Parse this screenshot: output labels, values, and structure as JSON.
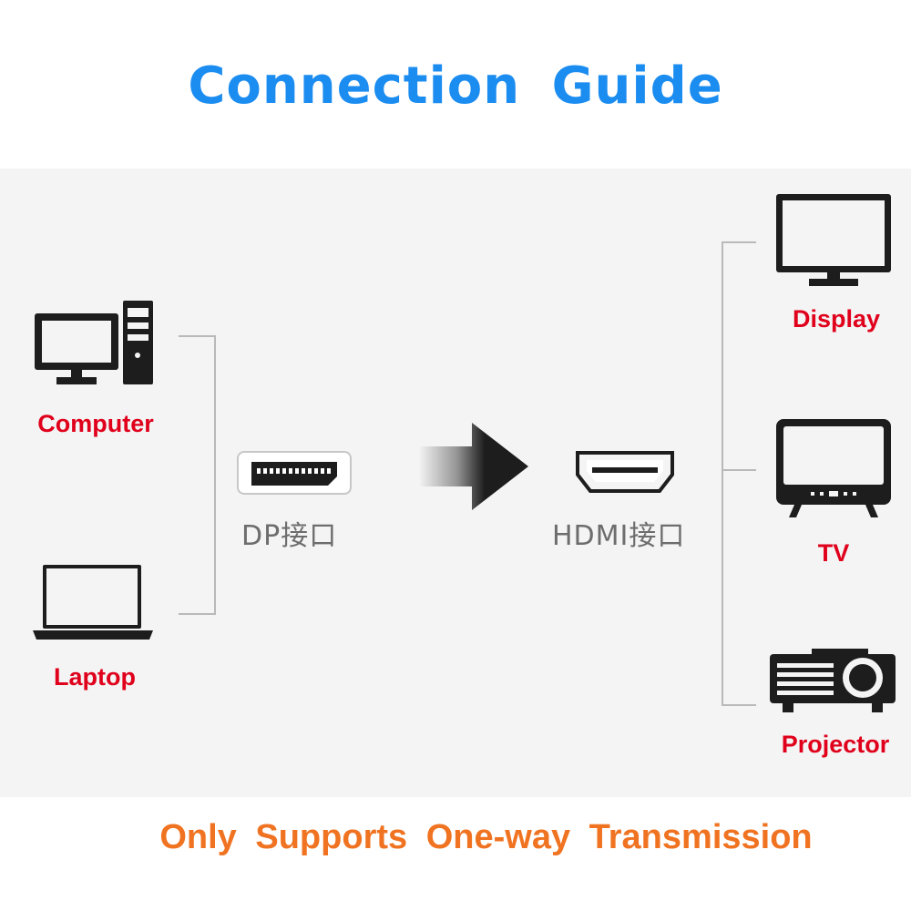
{
  "title": "Connection  Guide",
  "colors": {
    "title": "#1b8cf0",
    "device_label": "#e0001b",
    "footer": "#f07321",
    "icon": "#1d1d1d",
    "connector_line": "#b9b9b9",
    "port_label": "#6d6d6d",
    "background_band": "#f4f4f4"
  },
  "sources": [
    {
      "label": "Computer",
      "icon": "desktop-computer-icon"
    },
    {
      "label": "Laptop",
      "icon": "laptop-icon"
    }
  ],
  "input_port": {
    "label": "DP接口",
    "icon": "displayport-icon"
  },
  "direction": {
    "icon": "arrow-right-icon"
  },
  "output_port": {
    "label": "HDMI接口",
    "icon": "hdmi-port-icon"
  },
  "targets": [
    {
      "label": "Display",
      "icon": "monitor-icon"
    },
    {
      "label": "TV",
      "icon": "tv-icon"
    },
    {
      "label": "Projector",
      "icon": "projector-icon"
    }
  ],
  "footer": "Only  Supports  One-way  Transmission"
}
